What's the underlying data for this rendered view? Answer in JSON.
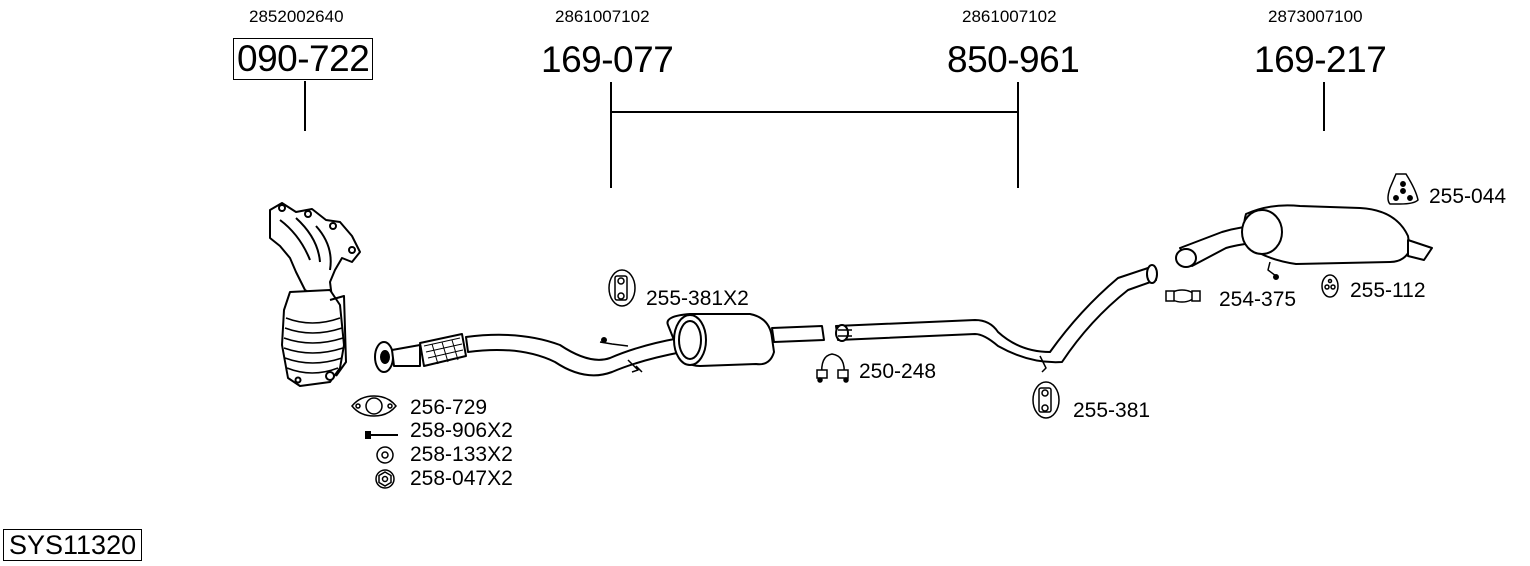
{
  "diagram": {
    "system_code": "SYS11320",
    "groups": [
      {
        "oem_number": "2852002640",
        "part_number": "090-722",
        "boxed": true,
        "component": "exhaust-manifold-catalytic-converter"
      },
      {
        "oem_number": "2861007102",
        "part_number": "169-077",
        "boxed": false,
        "component": "front-pipe-with-center-silencer"
      },
      {
        "oem_number": "2861007102",
        "part_number": "850-961",
        "boxed": false,
        "component": "intermediate-pipe"
      },
      {
        "oem_number": "2873007100",
        "part_number": "169-217",
        "boxed": false,
        "component": "rear-silencer"
      }
    ],
    "fittings": [
      {
        "label": "256-729",
        "icon": "gasket-icon"
      },
      {
        "label": "258-906X2",
        "icon": "bolt-icon"
      },
      {
        "label": "258-133X2",
        "icon": "washer-icon"
      },
      {
        "label": "258-047X2",
        "icon": "nut-icon"
      },
      {
        "label": "255-381X2",
        "icon": "rubber-hanger-icon"
      },
      {
        "label": "250-248",
        "icon": "clamp-icon"
      },
      {
        "label": "255-381",
        "icon": "rubber-hanger-icon"
      },
      {
        "label": "254-375",
        "icon": "pipe-connector-clamp-icon"
      },
      {
        "label": "255-112",
        "icon": "rubber-ring-icon"
      },
      {
        "label": "255-044",
        "icon": "rubber-mount-icon"
      }
    ]
  }
}
